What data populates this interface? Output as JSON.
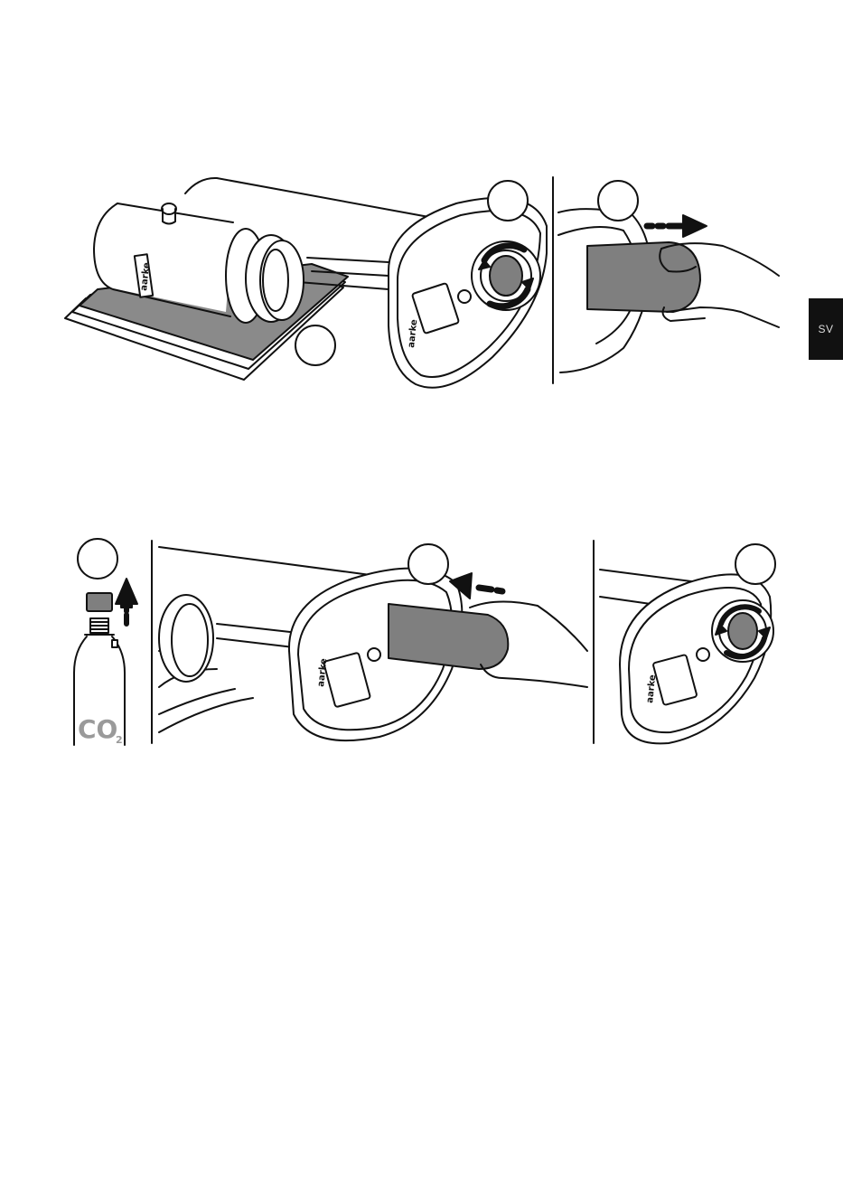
{
  "side_tab": {
    "label": "SV"
  },
  "brand_marks": {
    "cylinder_label": "aarke",
    "panel_top": "aarke",
    "panel_bottom_mid": "aarke",
    "panel_bottom_right": "aarke"
  },
  "gas_cylinder": {
    "label": "CO",
    "subscript": "2"
  },
  "colors": {
    "ink": "#111111",
    "fill_gray": "#7f7f7f",
    "tab_bg": "#111111"
  }
}
